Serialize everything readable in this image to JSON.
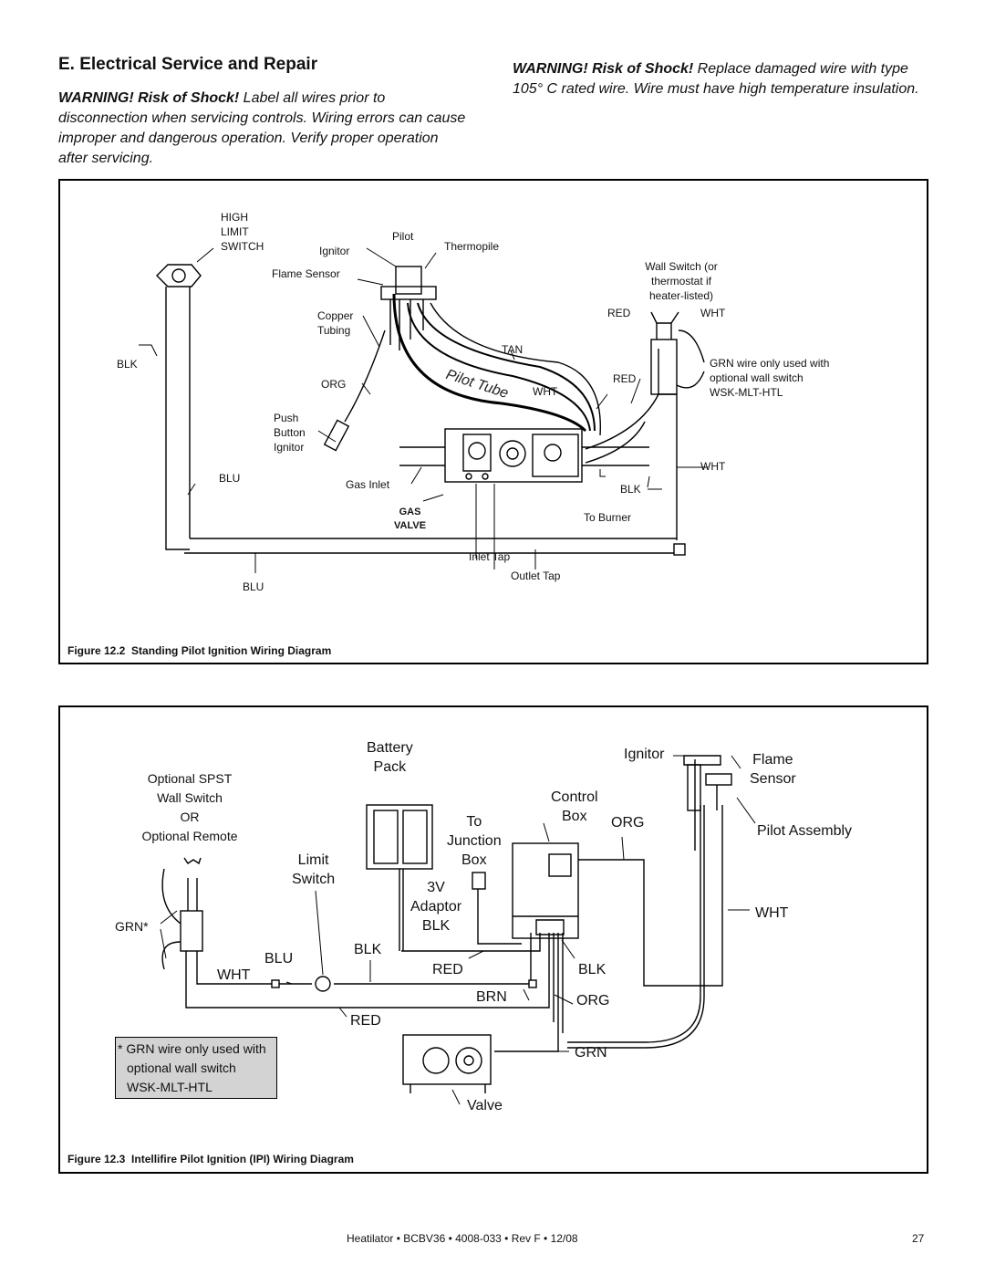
{
  "section": {
    "title": "E. Electrical Service and Repair"
  },
  "warnings": {
    "left": {
      "bold": "WARNING! Risk of Shock!",
      "text": " Label all wires prior to disconnection when servicing controls. Wiring errors can cause improper and dangerous operation. Verify proper operation after servicing."
    },
    "right": {
      "bold": "WARNING! Risk of Shock!",
      "text": " Replace damaged wire with type 105° C rated wire. Wire must have high temperature insulation."
    }
  },
  "figure1": {
    "caption_num": "Figure 12.2",
    "caption_title": "Standing Pilot Ignition Wiring Diagram",
    "labels": {
      "high": "HIGH",
      "limit": "LIMIT",
      "switch": "SWITCH",
      "pilot": "Pilot",
      "ignitor": "Ignitor",
      "thermopile": "Thermopile",
      "flame_sensor": "Flame Sensor",
      "wall_switch_1": "Wall Switch (or",
      "wall_switch_2": "thermostat if",
      "wall_switch_3": "heater-listed)",
      "red_top": "RED",
      "wht_top": "WHT",
      "copper": "Copper",
      "tubing": "Tubing",
      "tan": "TAN",
      "blk_left": "BLK",
      "org": "ORG",
      "pilot_tube": "Pilot Tube",
      "wht_mid": "WHT",
      "red_mid": "RED",
      "grn_note_1": "GRN wire only used with",
      "grn_note_2": "optional wall switch",
      "grn_note_3": "WSK-MLT-HTL",
      "push": "Push",
      "button": "Button",
      "ignitor2": "Ignitor",
      "blu_left": "BLU",
      "gas_inlet": "Gas Inlet",
      "wht_right": "WHT",
      "blk_right": "BLK",
      "gas": "GAS",
      "valve": "VALVE",
      "to_burner": "To Burner",
      "inlet_tap": "Inlet Tap",
      "outlet_tap": "Outlet Tap",
      "blu_bottom": "BLU"
    }
  },
  "figure2": {
    "caption_num": "Figure 12.3",
    "caption_title": "Intellifire Pilot Ignition (IPI) Wiring Diagram",
    "labels": {
      "battery": "Battery",
      "pack": "Pack",
      "ignitor": "Ignitor",
      "flame": "Flame",
      "sensor": "Sensor",
      "opt_spst": "Optional SPST",
      "wall_switch": "Wall Switch",
      "or": "OR",
      "opt_remote": "Optional Remote",
      "control": "Control",
      "box": "Box",
      "org_top": "ORG",
      "to": "To",
      "junction": "Junction",
      "box2": "Box",
      "pilot_assembly": "Pilot Assembly",
      "limit": "Limit",
      "switch": "Switch",
      "v3": "3V",
      "adaptor": "Adaptor",
      "blk_adaptor": "BLK",
      "wht_right": "WHT",
      "grn_star": "GRN*",
      "blu": "BLU",
      "blk_mid": "BLK",
      "wht_left": "WHT",
      "red_mid": "RED",
      "blk_right": "BLK",
      "brn": "BRN",
      "org_right": "ORG",
      "red_bottom": "RED",
      "grn": "GRN",
      "valve": "Valve"
    },
    "note": {
      "line1": "* GRN wire only used with",
      "line2": "optional wall switch",
      "line3": "WSK-MLT-HTL"
    }
  },
  "footer": {
    "text": "Heatilator • BCBV36 • 4008-033 • Rev F • 12/08",
    "page": "27"
  }
}
